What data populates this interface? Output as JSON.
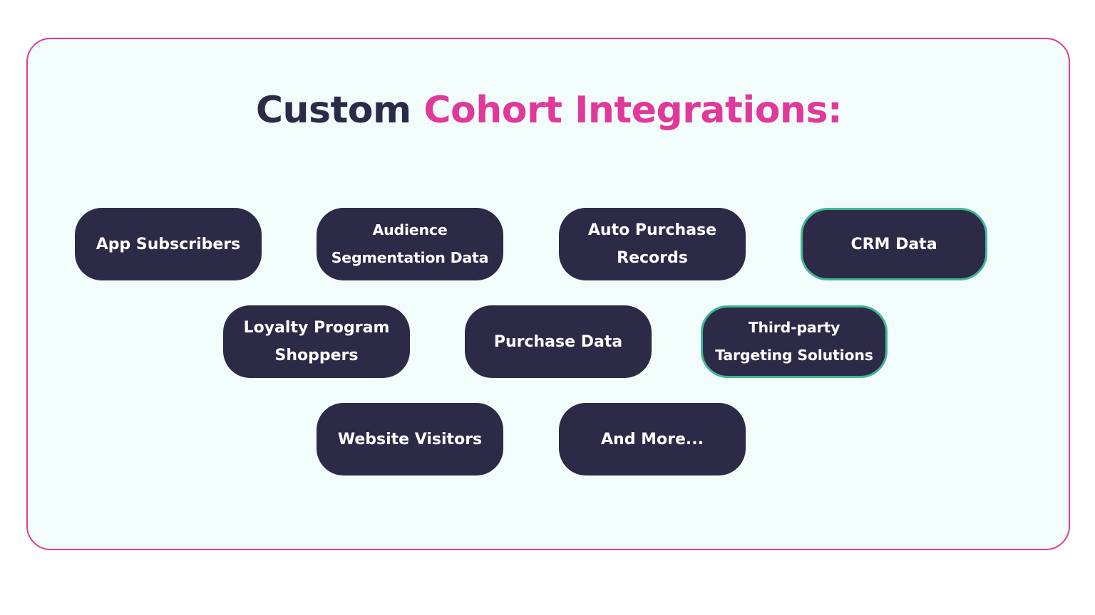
{
  "title": {
    "part1": "Custom",
    "part2": "Cohort Integrations:"
  },
  "colors": {
    "accent": "#e0389b",
    "pill_bg": "#2d2a48",
    "pill_outline": "#3fb894",
    "card_bg": "#f2fcfa"
  },
  "items": [
    {
      "label": "App Subscribers",
      "outlined": false
    },
    {
      "label": "Audience\nSegmentation Data",
      "outlined": false
    },
    {
      "label": "Auto Purchase\nRecords",
      "outlined": false
    },
    {
      "label": "CRM Data",
      "outlined": true
    },
    {
      "label": "Loyalty Program\nShoppers",
      "outlined": false
    },
    {
      "label": "Purchase Data",
      "outlined": false
    },
    {
      "label": "Third-party\nTargeting Solutions",
      "outlined": true
    },
    {
      "label": "Website Visitors",
      "outlined": false
    },
    {
      "label": "And More...",
      "outlined": false
    }
  ]
}
